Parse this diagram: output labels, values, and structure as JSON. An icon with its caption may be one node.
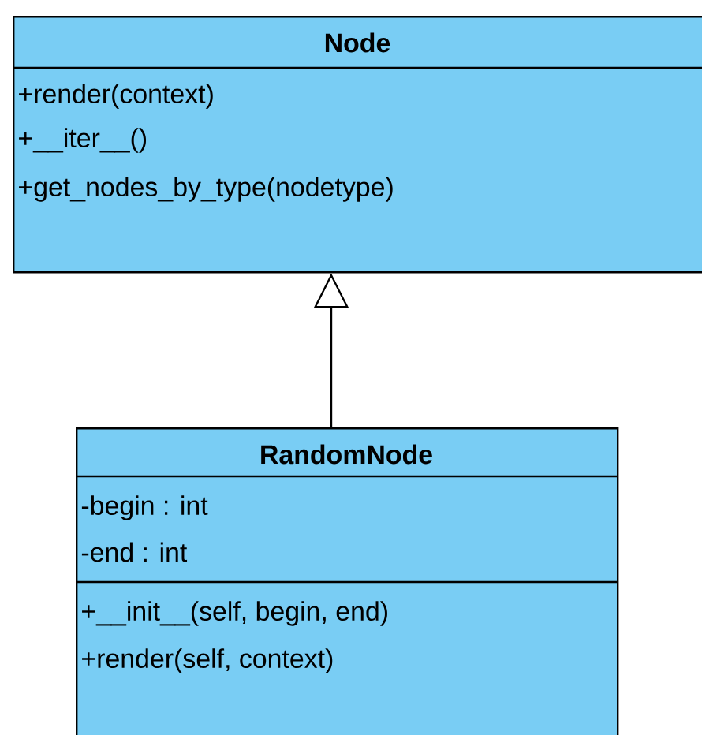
{
  "diagram": {
    "nodes": [
      {
        "text": [
          "Node",
          "+render(context)",
          "+__iter__()",
          "+get_nodes_by_type(nodetype)"
        ]
      },
      {
        "text": [
          "RandomNode",
          "-begin : int",
          "-end : int",
          "+__init__(self, begin, end)",
          "+render(self, context)"
        ]
      }
    ],
    "edges": [
      {
        "from": 1,
        "to": 0,
        "arrow": "to"
      }
    ]
  }
}
